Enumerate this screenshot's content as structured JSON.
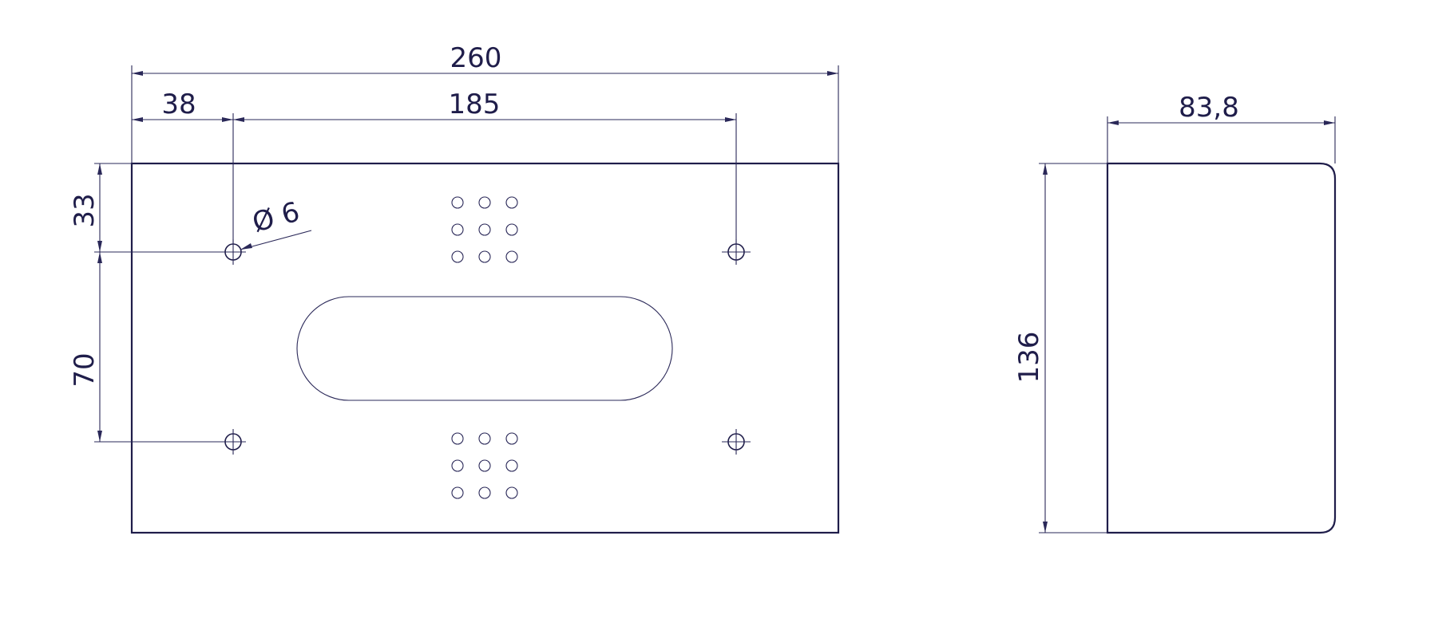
{
  "dimensions": {
    "overall_width": "260",
    "hole_offset_x": "38",
    "hole_spacing_x": "185",
    "hole_offset_y": "33",
    "hole_spacing_y": "70",
    "hole_diameter": "Ø 6",
    "side_depth": "83,8",
    "side_height": "136"
  },
  "colors": {
    "line": "#1f1d4a",
    "background": "#ffffff"
  }
}
